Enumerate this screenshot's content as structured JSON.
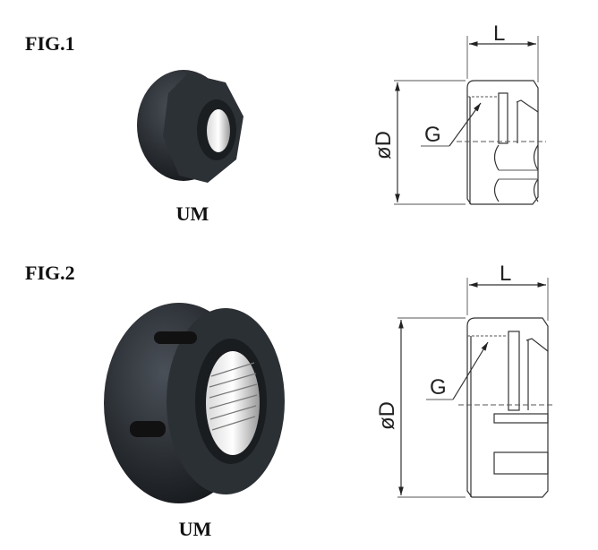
{
  "figures": [
    {
      "title": "FIG.1",
      "product_label": "UM",
      "dimensions": {
        "length": "L",
        "diameter": "øD",
        "thread": "G"
      }
    },
    {
      "title": "FIG.2",
      "product_label": "UM",
      "dimensions": {
        "length": "L",
        "diameter": "øD",
        "thread": "G"
      }
    }
  ],
  "colors": {
    "nut_body": "#2a2e33",
    "line": "#333333"
  }
}
